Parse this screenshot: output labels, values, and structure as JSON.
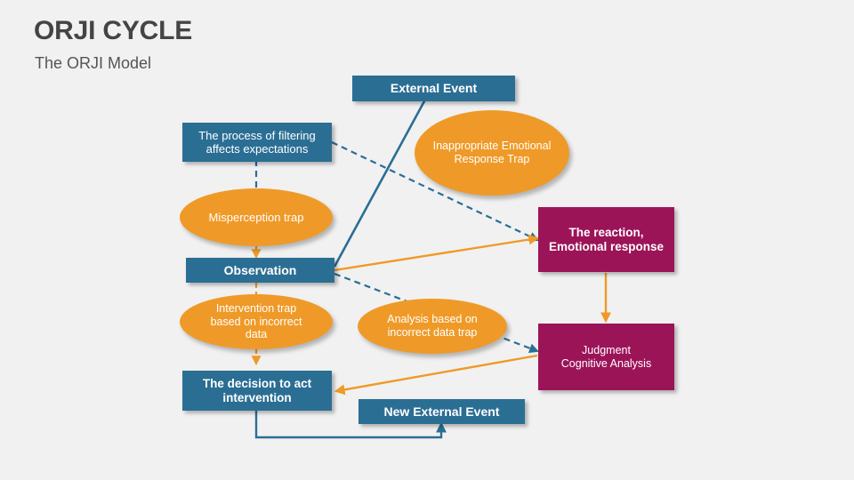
{
  "slide": {
    "title": "ORJI CYCLE",
    "subtitle": "The ORJI Model",
    "background_color": "#f1f1f1"
  },
  "palette": {
    "blue": "#2b6e94",
    "orange": "#ef9a28",
    "magenta": "#9c1458",
    "title_gray": "#444444",
    "subtitle_gray": "#555555"
  },
  "diagram": {
    "nodes": [
      {
        "id": "external-event",
        "label": "External Event",
        "shape": "box",
        "color": "blue"
      },
      {
        "id": "filtering-process",
        "label": "The process of filtering affects expectations",
        "shape": "box",
        "color": "blue"
      },
      {
        "id": "inappropriate-trap",
        "label": "Inappropriate Emotional Response Trap",
        "shape": "ellipse",
        "color": "orange"
      },
      {
        "id": "misperception-trap",
        "label": "Misperception trap",
        "shape": "ellipse",
        "color": "orange"
      },
      {
        "id": "observation",
        "label": "Observation",
        "shape": "box",
        "color": "blue"
      },
      {
        "id": "reaction",
        "label": "The reaction, Emotional response",
        "shape": "box",
        "color": "magenta"
      },
      {
        "id": "intervention-trap",
        "label": "Intervention trap based on incorrect data",
        "shape": "ellipse",
        "color": "orange"
      },
      {
        "id": "analysis-trap",
        "label": "Analysis based on incorrect data trap",
        "shape": "ellipse",
        "color": "orange"
      },
      {
        "id": "judgment",
        "label": "Judgment Cognitive Analysis",
        "shape": "box",
        "color": "magenta"
      },
      {
        "id": "decision",
        "label": "The decision to act intervention",
        "shape": "box",
        "color": "blue"
      },
      {
        "id": "new-external-event",
        "label": "New External Event",
        "shape": "box",
        "color": "blue"
      }
    ],
    "node_text": {
      "external_event": "External Event",
      "filtering_line1": "The process of filtering",
      "filtering_line2": "affects expectations",
      "inappropriate_line1": "Inappropriate Emotional",
      "inappropriate_line2": "Response Trap",
      "misperception": "Misperception trap",
      "observation": "Observation",
      "reaction_line1": "The reaction,",
      "reaction_line2": "Emotional response",
      "intervention_line1": "Intervention trap",
      "intervention_line2": "based on incorrect",
      "intervention_line3": "data",
      "analysis_line1": "Analysis based on",
      "analysis_line2": "incorrect data trap",
      "judgment_line1": "Judgment",
      "judgment_line2": "Cognitive Analysis",
      "decision_line1": "The decision to act",
      "decision_line2": "intervention",
      "new_external_event": "New External Event"
    },
    "edges": [
      {
        "id": "external-to-observation",
        "from": "external-event",
        "to": "observation",
        "style": "solid",
        "color": "blue"
      },
      {
        "id": "filtering-to-misperception",
        "from": "filtering-process",
        "to": "misperception-trap",
        "style": "dashed",
        "color": "blue"
      },
      {
        "id": "filtering-to-reaction",
        "from": "filtering-process",
        "to": "reaction",
        "style": "dashed",
        "color": "blue"
      },
      {
        "id": "misperception-to-observation",
        "from": "misperception-trap",
        "to": "observation",
        "style": "dashed",
        "color": "orange"
      },
      {
        "id": "observation-to-reaction",
        "from": "observation",
        "to": "reaction",
        "style": "solid",
        "color": "orange"
      },
      {
        "id": "observation-to-judgment",
        "from": "observation",
        "to": "judgment",
        "style": "dashed",
        "color": "blue"
      },
      {
        "id": "observation-to-intervention",
        "from": "observation",
        "to": "intervention-trap",
        "style": "dashed",
        "color": "orange"
      },
      {
        "id": "intervention-to-decision",
        "from": "intervention-trap",
        "to": "decision",
        "style": "dashed",
        "color": "orange"
      },
      {
        "id": "reaction-to-judgment",
        "from": "reaction",
        "to": "judgment",
        "style": "solid",
        "color": "orange"
      },
      {
        "id": "judgment-to-decision",
        "from": "judgment",
        "to": "decision",
        "style": "solid",
        "color": "orange"
      },
      {
        "id": "decision-to-new-event",
        "from": "decision",
        "to": "new-external-event",
        "style": "solid",
        "color": "blue"
      }
    ]
  }
}
